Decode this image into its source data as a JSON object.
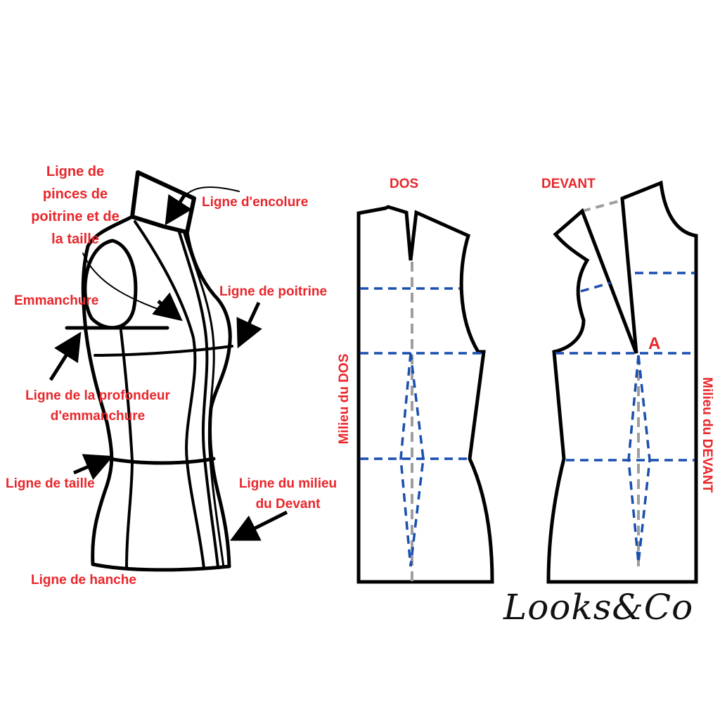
{
  "colors": {
    "label": "#e8262b",
    "outline": "#000000",
    "guide": "#1a4fb0",
    "center": "#9e9e9e"
  },
  "mannequin": {
    "labels": {
      "bust_dart": "Ligne de\npinces de\npoitrine et de\nla taille",
      "neckline": "Ligne d'encolure",
      "armhole": "Emmanchure",
      "bust_line": "Ligne de poitrine",
      "armhole_depth": "Ligne de la profondeur\nd'emmanchure",
      "waist": "Ligne de taille",
      "center_front": "Ligne du milieu\ndu Devant",
      "hip": "Ligne de hanche"
    }
  },
  "patterns": {
    "back": {
      "title": "DOS",
      "center_label": "Milieu du DOS"
    },
    "front": {
      "title": "DEVANT",
      "center_label": "Milieu du DEVANT",
      "point_label": "A"
    }
  },
  "brand": {
    "logo": "Looks&Co"
  }
}
